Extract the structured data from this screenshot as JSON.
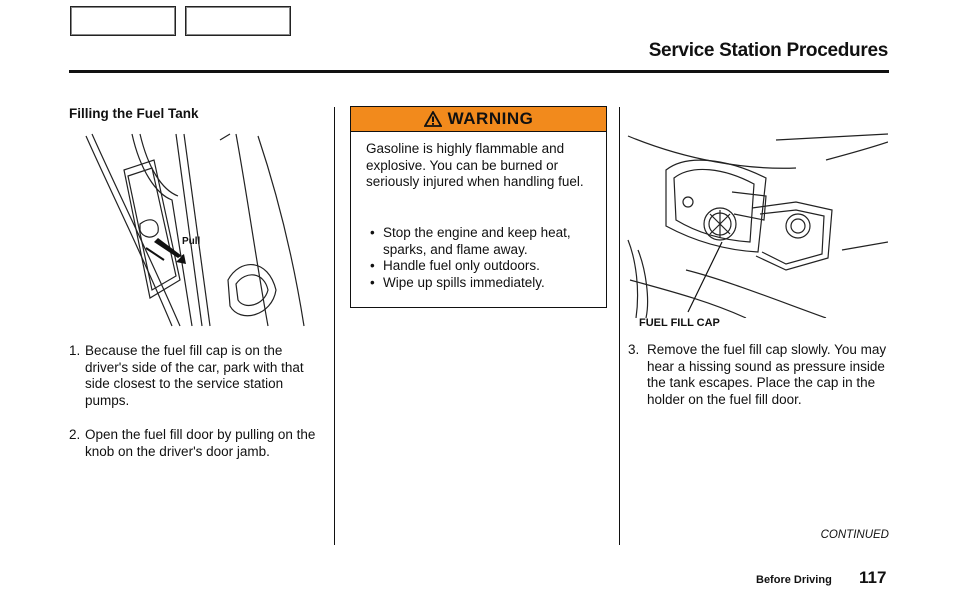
{
  "header": {
    "nav_buttons": [
      "",
      ""
    ],
    "title": "Service Station Procedures"
  },
  "left_column": {
    "heading": "Filling the Fuel Tank",
    "illustration_label": "Pull",
    "steps": [
      {
        "num": "1.",
        "text": "Because the fuel fill cap is on the driver's side of the car, park with that side closest to the service station pumps."
      },
      {
        "num": "2.",
        "text": "Open the fuel fill door by pulling on the knob on the driver's door jamb."
      }
    ]
  },
  "warning": {
    "title": "WARNING",
    "icon": "warning-triangle-icon",
    "header_color": "#f28a1c",
    "text": "Gasoline is highly flammable and explosive. You can be burned or seriously injured when handling fuel.",
    "bullets": [
      "Stop the engine and keep heat, sparks, and flame away.",
      "Handle fuel only outdoors.",
      "Wipe up spills immediately."
    ]
  },
  "right_column": {
    "callout_label": "FUEL FILL CAP",
    "step": {
      "num": "3.",
      "text": "Remove the fuel fill cap slowly. You may hear a hissing sound as pressure inside the tank escapes. Place the cap in the holder on the fuel fill door."
    },
    "continued": "CONTINUED"
  },
  "footer": {
    "section": "Before Driving",
    "page_number": "117"
  }
}
